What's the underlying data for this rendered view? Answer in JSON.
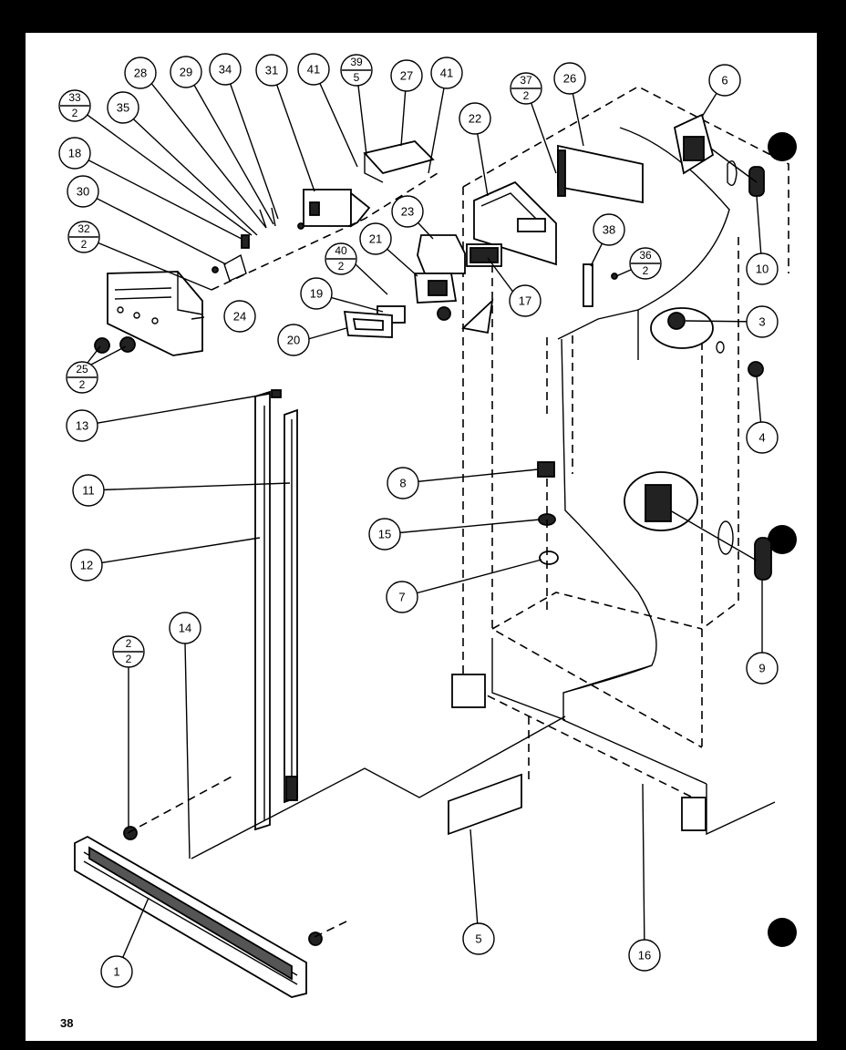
{
  "page_number": "38",
  "callouts": {
    "c1": "1",
    "c3": "3",
    "c4": "4",
    "c5": "5",
    "c6": "6",
    "c7": "7",
    "c8": "8",
    "c9": "9",
    "c10": "10",
    "c11": "11",
    "c12": "12",
    "c13": "13",
    "c14": "14",
    "c15": "15",
    "c16": "16",
    "c17": "17",
    "c18": "18",
    "c19": "19",
    "c20": "20",
    "c21": "21",
    "c22": "22",
    "c23": "23",
    "c24": "24",
    "c26": "26",
    "c27": "27",
    "c28": "28",
    "c29": "29",
    "c30": "30",
    "c31": "31",
    "c34": "34",
    "c35": "35",
    "c38": "38",
    "c41a": "41",
    "c41b": "41"
  },
  "fractions": {
    "f33": {
      "num": "33",
      "den": "2"
    },
    "f32": {
      "num": "32",
      "den": "2"
    },
    "f25": {
      "num": "25",
      "den": "2"
    },
    "f2": {
      "num": "2",
      "den": "2"
    },
    "f40": {
      "num": "40",
      "den": "2"
    },
    "f39": {
      "num": "39",
      "den": "5"
    },
    "f37": {
      "num": "37",
      "den": "2"
    },
    "f36": {
      "num": "36",
      "den": "2"
    }
  }
}
